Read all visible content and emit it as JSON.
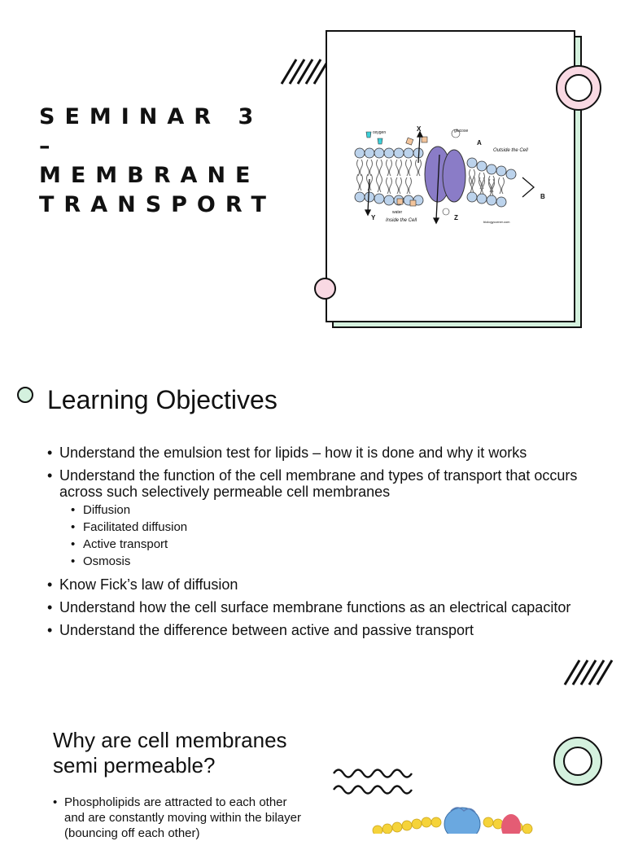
{
  "slide1": {
    "title_lines": [
      "SEMINAR 3",
      "–",
      "MEMBRANE",
      "TRANSPORT"
    ]
  },
  "diagram": {
    "labels": {
      "oxygen": "oxygen",
      "glucose": "glucose",
      "water": "water",
      "outside": "Outside the Cell",
      "inside": "Inside the Cell",
      "x": "X",
      "y": "Y",
      "z": "Z",
      "a": "A",
      "b": "B",
      "credit": "biologycorner.com"
    }
  },
  "slide2": {
    "title": "Learning Objectives",
    "bullets": [
      "Understand the emulsion test for lipids – how it is done and why it works",
      "Understand the function of the cell membrane and types of transport that occurs across such selectively permeable cell membranes",
      "Know Fick’s law of diffusion",
      "Understand how the cell surface membrane functions as an electrical capacitor",
      "Understand the difference between active and passive transport"
    ],
    "sub_bullets": [
      "Diffusion",
      "Facilitated diffusion",
      "Active transport",
      "Osmosis"
    ]
  },
  "slide3": {
    "title": "Why are cell membranes semi permeable?",
    "bullets": [
      "Phospholipids are attracted to each other and are constantly moving within the bilayer (bouncing off each other)"
    ]
  },
  "colors": {
    "mint": "#d4f1de",
    "pink": "#f9d9e3",
    "protein": "#8a7cc7",
    "head": "#bcd3ec"
  }
}
